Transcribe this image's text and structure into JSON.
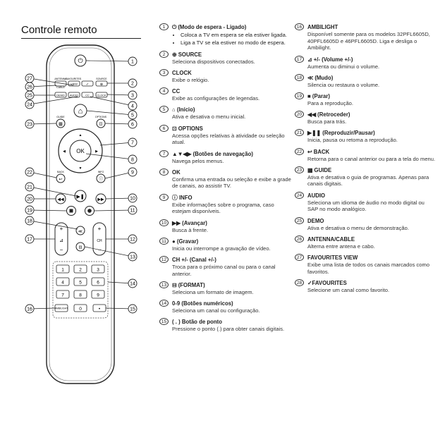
{
  "page_title": "Controle remoto",
  "items": [
    {
      "n": "1",
      "title": "⏻ (Modo de espera - Ligado)",
      "bullets": [
        "Coloca a TV em espera se ela estiver ligada.",
        "Liga a TV se ela estiver no modo de espera."
      ]
    },
    {
      "n": "2",
      "title": "⊕ SOURCE",
      "desc": "Seleciona dispositivos conectados."
    },
    {
      "n": "3",
      "title": "CLOCK",
      "desc": "Exibe o relógio."
    },
    {
      "n": "4",
      "title": "CC",
      "desc": "Exibe as configurações de legendas."
    },
    {
      "n": "5",
      "title": "⌂ (Início)",
      "desc": "Ativa e desativa o menu inicial."
    },
    {
      "n": "6",
      "title": "⊡ OPTIONS",
      "desc": "Acessa opções relativas à atividade ou seleção atual."
    },
    {
      "n": "7",
      "title": "▲▼◀▶ (Botões de navegação)",
      "desc": "Navega pelos menus."
    },
    {
      "n": "8",
      "title": "OK",
      "desc": "Confirma uma entrada ou seleção e exibe a grade de canais, ao assistir TV."
    },
    {
      "n": "9",
      "title": "ⓘ INFO",
      "desc": "Exibe informações sobre o programa, caso estejam disponíveis."
    },
    {
      "n": "10",
      "title": "▶▶ (Avançar)",
      "desc": "Busca à frente."
    },
    {
      "n": "11",
      "title": "● (Gravar)",
      "desc": "Inicia ou interrompe a gravação de vídeo."
    },
    {
      "n": "12",
      "title": "CH +/- (Canal +/-)",
      "desc": "Troca para o próximo canal ou para o canal anterior."
    },
    {
      "n": "13",
      "title": "⊟ (FORMAT)",
      "desc": "Seleciona um formato de imagem."
    },
    {
      "n": "14",
      "title": "0-9 (Botões numéricos)",
      "desc": "Seleciona um canal  ou configuração."
    },
    {
      "n": "15",
      "title": "( . ) Botão de ponto",
      "desc": "Pressione o ponto (.) para obter canais digitais."
    },
    {
      "n": "16",
      "title": "AMBILIGHT",
      "desc": "Disponível somente para os modelos 32PFL6605D, 40PFL6605D e 46PFL6605D. Liga e desliga o Ambilight."
    },
    {
      "n": "17",
      "title": "⊿ +/- (Volume +/-)",
      "desc": "Aumenta ou diminui o volume."
    },
    {
      "n": "18",
      "title": "≪ (Mudo)",
      "desc": "Silencia ou restaura o volume."
    },
    {
      "n": "19",
      "title": "■ (Parar)",
      "desc": "Para a reprodução."
    },
    {
      "n": "20",
      "title": "◀◀ (Retroceder)",
      "desc": "Busca para trás."
    },
    {
      "n": "21",
      "title": "▶❚❚ (Reproduzir/Pausar)",
      "desc": "Inicia, pausa ou retoma a reprodução."
    },
    {
      "n": "22",
      "title": "↩ BACK",
      "desc": "Retorna para o canal anterior ou para a tela do menu."
    },
    {
      "n": "23",
      "title": "▦ GUIDE",
      "desc": "Ativa e desativa o guia de programas. Apenas para canais digitais."
    },
    {
      "n": "24",
      "title": "AUDIO",
      "desc": "Seleciona um idioma de áudio no modo digital ou SAP no modo analógico."
    },
    {
      "n": "25",
      "title": "DEMO",
      "desc": "Ativa e desativa o menu de demonstração."
    },
    {
      "n": "26",
      "title": "ANTENNA/CABLE",
      "desc": "Alterna entre antena e cabo."
    },
    {
      "n": "27",
      "title": "FAVOURITES VIEW",
      "desc": "Exibe uma lista de todos os canais marcados como favoritos."
    },
    {
      "n": "28",
      "title": "✓FAVOURITES",
      "desc": "Selecione um canal como favorito."
    }
  ],
  "remote": {
    "labels": {
      "antenna": "ANTENNA",
      "cable": "CABLE",
      "favourites": "FAVOURITES",
      "view": "VIEW",
      "source": "SOURCE",
      "demo": "DEMO",
      "audio": "AUDIO",
      "cc": "CC",
      "clock": "CLOCK",
      "guide": "GUIDE",
      "options": "OPTIONS",
      "ok": "OK",
      "back": "BACK",
      "info": "INFO",
      "ch": "CH",
      "ambilight": "AMBILIGHT",
      "dot": "•",
      "keys": [
        "1",
        "2",
        "3",
        "4",
        "5",
        "6",
        "7",
        "8",
        "9",
        "0"
      ]
    },
    "callouts_left": [
      "27",
      "26",
      "25",
      "24",
      "23",
      "22",
      "21",
      "20",
      "19",
      "18",
      "17",
      "16"
    ],
    "callouts_right": [
      "1",
      "2",
      "3",
      "4",
      "5",
      "6",
      "7",
      "8",
      "9",
      "10",
      "11",
      "12",
      "13",
      "14",
      "15"
    ]
  }
}
